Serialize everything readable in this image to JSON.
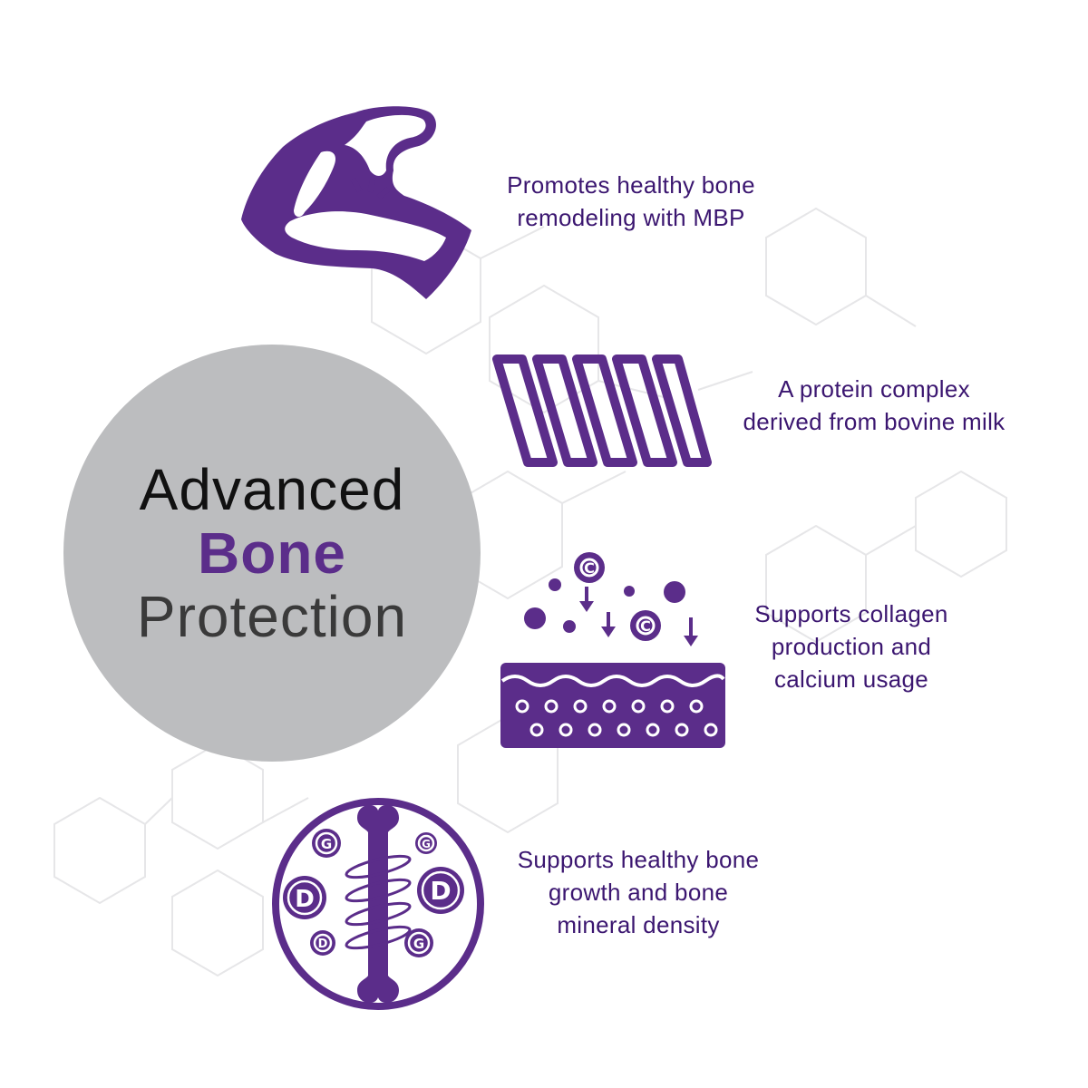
{
  "hero": {
    "line1": "Advanced",
    "line2": "Bone",
    "line3": "Protection"
  },
  "features": [
    {
      "icon": "muscle-arm-icon",
      "line1": "Promotes healthy bone",
      "line2": "remodeling with MBP"
    },
    {
      "icon": "protein-helix-icon",
      "line1": "A protein complex",
      "line2": "derived from bovine milk"
    },
    {
      "icon": "collagen-absorption-icon",
      "line1": "Supports collagen",
      "line2": "production and",
      "line3": "calcium usage"
    },
    {
      "icon": "bone-vitamin-icon",
      "line1": "Supports healthy bone",
      "line2": "growth and bone",
      "line3": "mineral density"
    }
  ],
  "icon_letters": {
    "calcium": "C",
    "vitamin_d": "D",
    "g": "G"
  },
  "colors": {
    "brand_purple": "#5b2d8a",
    "caption_purple": "#3b1670",
    "circle_gray": "#bcbdbf",
    "hex_line": "#e4e4e6"
  }
}
